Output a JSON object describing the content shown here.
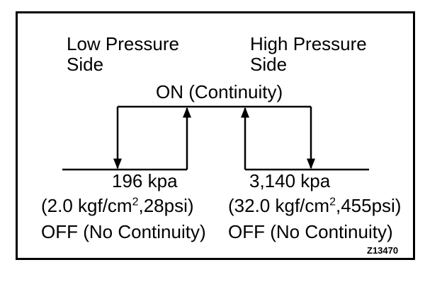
{
  "diagram": {
    "low_side_label": {
      "line1": "Low Pressure",
      "line2": "Side"
    },
    "high_side_label": {
      "line1": "High Pressure",
      "line2": "Side"
    },
    "on_label": "ON (Continuity)",
    "low_value": {
      "kpa": "196 kpa",
      "alt_prefix": "(2.0 kgf/cm",
      "alt_sup": "2",
      "alt_suffix": ",28psi)",
      "off_label": "OFF (No Continuity)"
    },
    "high_value": {
      "kpa": "3,140 kpa",
      "alt_prefix": "(32.0 kgf/cm",
      "alt_sup": "2",
      "alt_suffix": ",455psi)",
      "off_label": "OFF (No Continuity)"
    },
    "figure_id": "Z13470"
  }
}
